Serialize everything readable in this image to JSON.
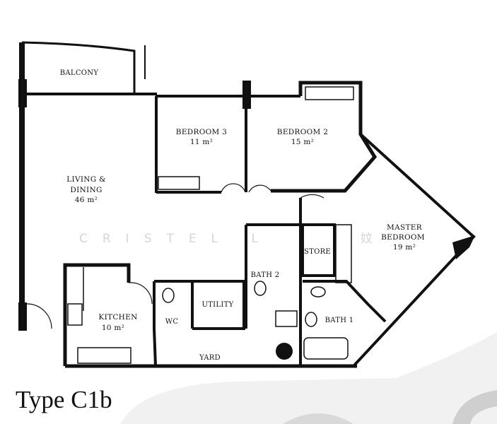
{
  "plan": {
    "title": "Type C1b",
    "watermark": "CRISTEL L",
    "watermark_glyph": "妏",
    "rooms": {
      "balcony": {
        "name": "BALCONY"
      },
      "bedroom3": {
        "name": "BEDROOM 3",
        "area": "11 m²"
      },
      "bedroom2": {
        "name": "BEDROOM 2",
        "area": "15 m²"
      },
      "living": {
        "name1": "LIVING &",
        "name2": "DINING",
        "area": "46 m²"
      },
      "master": {
        "name1": "MASTER",
        "name2": "BEDROOM",
        "area": "19 m²"
      },
      "store": {
        "name": "STORE"
      },
      "bath2": {
        "name": "BATH 2"
      },
      "kitchen": {
        "name": "KITCHEN",
        "area": "10 m²"
      },
      "wc": {
        "name": "WC"
      },
      "utility": {
        "name": "UTILITY"
      },
      "yard": {
        "name": "YARD"
      },
      "bath1": {
        "name": "BATH 1"
      }
    },
    "colors": {
      "wall": "#111111",
      "background": "#ffffff",
      "swoosh": "#e6e6e6"
    }
  }
}
